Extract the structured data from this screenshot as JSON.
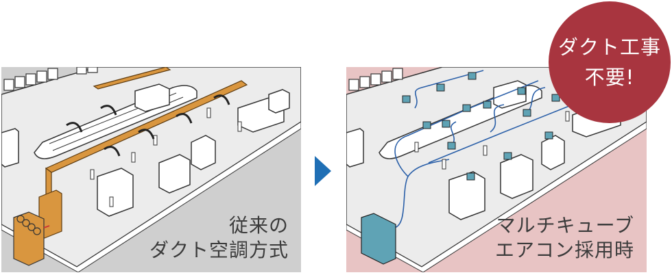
{
  "left_panel": {
    "caption_line1": "従来の",
    "caption_line2": "ダクト空調方式",
    "background_color": "#cfcfcf",
    "duct_color": "#d9963f"
  },
  "right_panel": {
    "caption_line1": "マルチキューブ",
    "caption_line2": "エアコン採用時",
    "background_color": "#e8c4c4",
    "pipe_color": "#2a5fa8",
    "unit_color": "#5fa3b5"
  },
  "arrow": {
    "icon": "triangle-right-icon",
    "color": "#1f6fb5"
  },
  "badge": {
    "line1": "ダクト工事",
    "line2": "不要!",
    "color": "#a8353f"
  }
}
